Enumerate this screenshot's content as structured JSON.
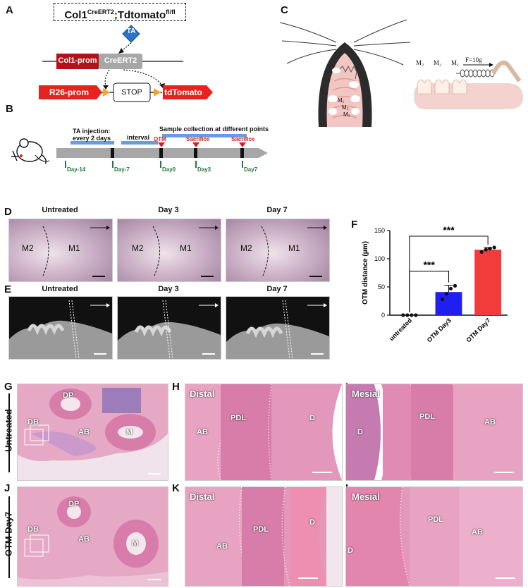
{
  "panels": {
    "A": "A",
    "B": "B",
    "C": "C",
    "D": "D",
    "E": "E",
    "F": "F",
    "G": "G",
    "H": "H",
    "I": "I",
    "J": "J",
    "K": "K",
    "L": "L"
  },
  "a": {
    "genotype_base1": "Col1",
    "genotype_sup1": "CreERT2",
    "genotype_mid": ";Tdtomato",
    "genotype_sup2": "fl/fl",
    "ta": "TA",
    "col1_prom": "Col1-prom",
    "creert2": "CreERT2",
    "r26_prom": "R26-prom",
    "stop": "STOP",
    "tdtomato": "tdTomato"
  },
  "b": {
    "ta_injection_line1": "TA injection:",
    "ta_injection_line2": "every 2 days",
    "interval": "interval",
    "sample_collection": "Sample collection at different points",
    "otm": "OTM",
    "sacrifice1": "Sacrifice",
    "sacrifice2": "Sacrifice",
    "days": [
      "Day-14",
      "Day-7",
      "Day0",
      "Day3",
      "Day7"
    ]
  },
  "c": {
    "m1": "M₁",
    "m2": "M₂",
    "m3": "M₃",
    "side_m3": "M₃",
    "side_m2": "M₂",
    "side_m1": "M₁",
    "force": "F=10g"
  },
  "d": {
    "headers": [
      "Untreated",
      "Day 3",
      "Day 7"
    ],
    "m2": "M2",
    "m1": "M1"
  },
  "e": {
    "headers": [
      "Untreated",
      "Day 3",
      "Day 7"
    ]
  },
  "g_row_label": "Untreated",
  "j_row_label": "OTM Day7",
  "histo": {
    "dp": "DP",
    "db": "DB",
    "ab": "AB",
    "m": "M",
    "distal": "Distal",
    "mesial": "Mesial",
    "pdl": "PDL",
    "d": "D"
  },
  "colors": {
    "tdtomato_red": "#e8231f",
    "col1_dark_red": "#b3121a",
    "creert2_gray": "#a7a7a7",
    "ta_blue": "#2a73c9",
    "timeline_blue": "#6a9be2",
    "sacrifice_red": "#d42020",
    "bar_untreated": "#111111",
    "bar_day3": "#1f1ff0",
    "bar_day7": "#f23b3b",
    "he_pink": "#e58fb6"
  },
  "chart_data": {
    "type": "bar",
    "categories": [
      "untreated",
      "OTM Day3",
      "OTM Day7"
    ],
    "values": [
      0,
      41,
      116
    ],
    "errors": [
      0,
      12,
      4
    ],
    "points": [
      [
        0,
        0,
        0,
        0
      ],
      [
        28,
        38,
        47,
        52
      ],
      [
        112,
        116,
        118,
        120
      ]
    ],
    "ylabel": "OTM distance (μm)",
    "ylim": [
      0,
      150
    ],
    "yticks": [
      0,
      50,
      100,
      150
    ],
    "significance": [
      {
        "from": 0,
        "to": 1,
        "label": "***"
      },
      {
        "from": 0,
        "to": 2,
        "label": "***"
      }
    ],
    "colors": [
      "#111111",
      "#1f1ff0",
      "#f23b3b"
    ]
  }
}
